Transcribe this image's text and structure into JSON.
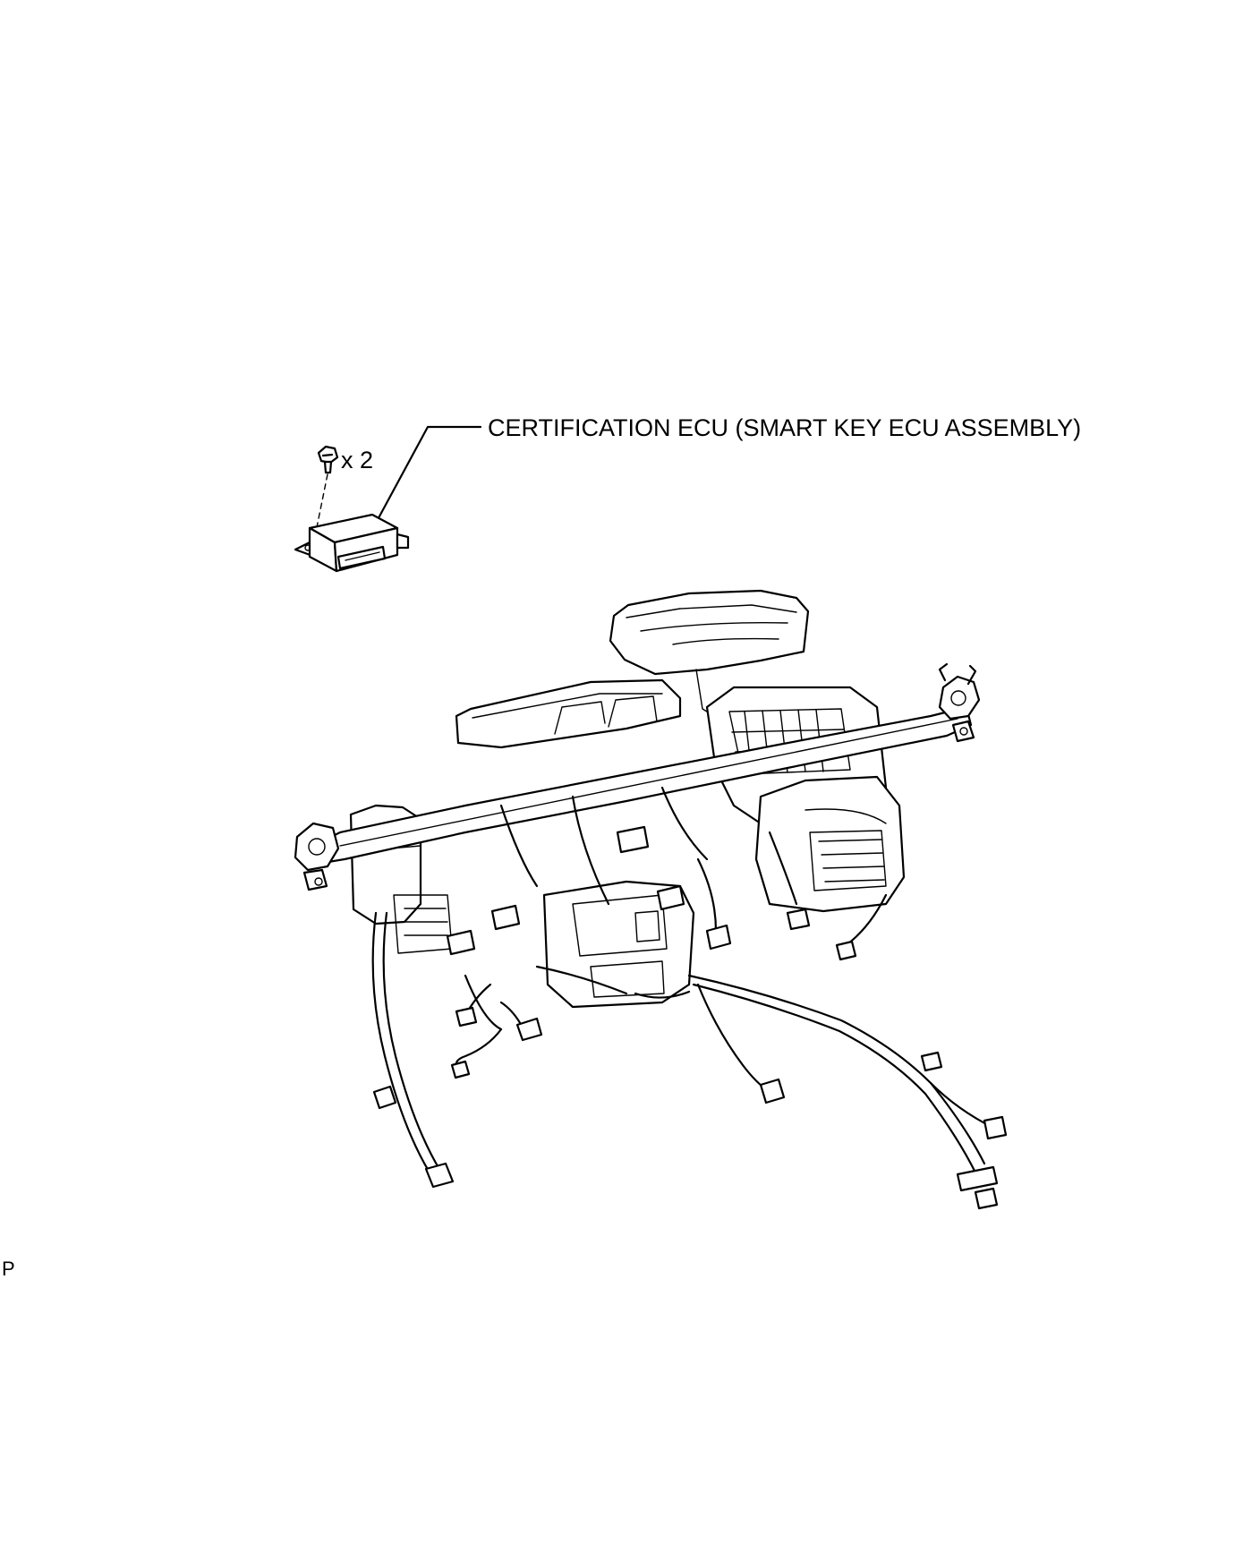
{
  "diagram": {
    "callout_label": "CERTIFICATION ECU (SMART KEY ECU ASSEMBLY)",
    "bolt_quantity": "x 2",
    "corner_code": "P"
  },
  "icons": {
    "bolt": "bolt-icon",
    "ecu": "ecu-module-icon",
    "assembly": "instrument-panel-assembly-illustration"
  },
  "colors": {
    "line": "#000000",
    "background": "#ffffff"
  }
}
